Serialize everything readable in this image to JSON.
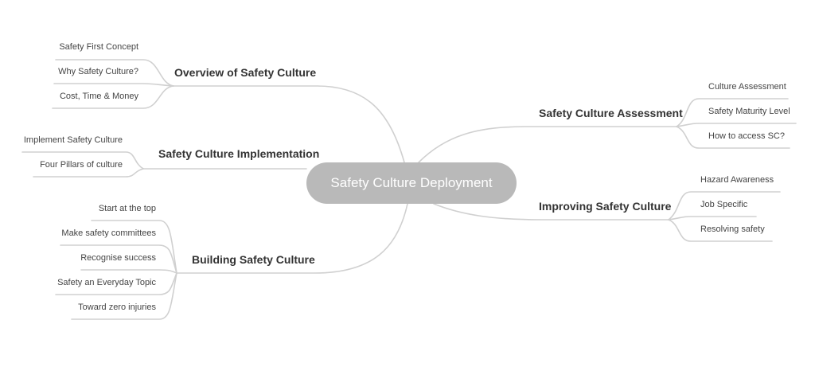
{
  "root": {
    "label": "Safety Culture Deployment"
  },
  "branches": [
    {
      "label": "Overview of Safety Culture",
      "children": [
        "Safety First Concept",
        "Why Safety Culture?",
        "Cost, Time & Money"
      ]
    },
    {
      "label": "Safety Culture Implementation",
      "children": [
        "Implement Safety Culture",
        "Four Pillars of culture"
      ]
    },
    {
      "label": "Building Safety Culture",
      "children": [
        "Start at the top",
        "Make safety committees",
        "Recognise success",
        "Safety an Everyday Topic",
        "Toward zero injuries"
      ]
    },
    {
      "label": "Safety Culture Assessment",
      "children": [
        "Culture Assessment",
        "Safety Maturity Level",
        "How to access SC?"
      ]
    },
    {
      "label": "Improving Safety Culture",
      "children": [
        "Hazard Awareness",
        "Job Specific",
        "Resolving safety"
      ]
    }
  ],
  "colors": {
    "root_fill": "#b9b9b9",
    "root_text": "#ffffff",
    "branch_text": "#333333",
    "leaf_text": "#444444",
    "connector": "#d0d0d0"
  }
}
